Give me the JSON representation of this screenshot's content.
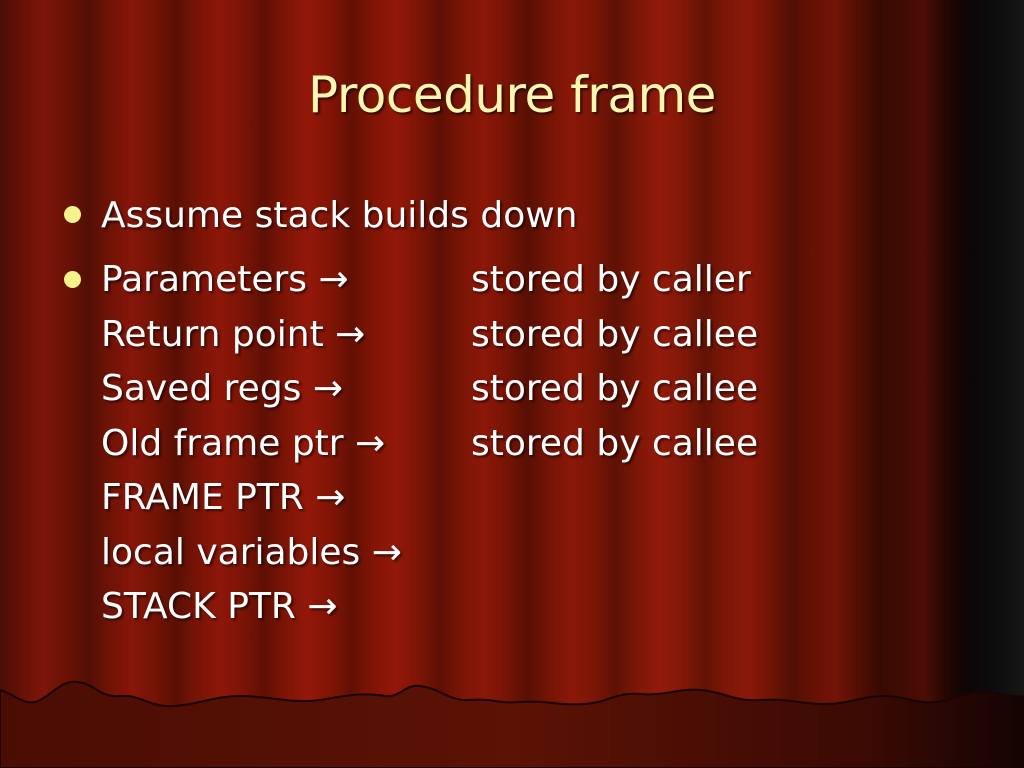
{
  "slide": {
    "title": "Procedure frame",
    "bullets": [
      {
        "text": "Assume stack builds down"
      },
      {
        "lines": [
          {
            "left": "Parameters →",
            "right": "stored by caller"
          },
          {
            "left": "Return point →",
            "right": "stored by callee"
          },
          {
            "left": "Saved regs →",
            "right": "stored by callee"
          },
          {
            "left": "Old frame ptr →",
            "right": "stored by callee"
          },
          {
            "left": "FRAME PTR  →",
            "right": ""
          },
          {
            "left": "local variables →",
            "right": ""
          },
          {
            "left": "STACK PTR →",
            "right": ""
          }
        ]
      }
    ]
  },
  "colors": {
    "title": "#fff6b0",
    "body_text": "#ffffff",
    "bullet": "#f6f38a",
    "background": "#7e1506"
  }
}
